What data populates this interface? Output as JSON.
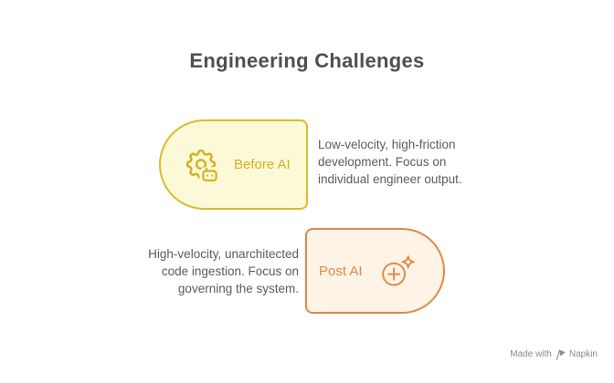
{
  "title": "Engineering Challenges",
  "cards": [
    {
      "label": "Before AI",
      "icon": "gear-robot-icon",
      "description_lines": [
        "Low-velocity, high-friction",
        "development. Focus on",
        "individual engineer output."
      ],
      "colors": {
        "border": "#d9bc28",
        "fill": "#fcf9d9",
        "label": "#d2b41e"
      }
    },
    {
      "label": "Post AI",
      "icon": "plus-sparkle-icon",
      "description_lines": [
        "High-velocity, unarchitected",
        "code ingestion. Focus on",
        "governing the system."
      ],
      "colors": {
        "border": "#dd8a45",
        "fill": "#fdf3e7",
        "label": "#dd8a45"
      }
    }
  ],
  "palette": {
    "title_text": "#4f4f4f",
    "body_text": "#5b5b5b",
    "watermark_text": "#8a8a8a",
    "background": "#ffffff"
  },
  "watermark": {
    "text": "Made with",
    "brand": "Napkin"
  }
}
